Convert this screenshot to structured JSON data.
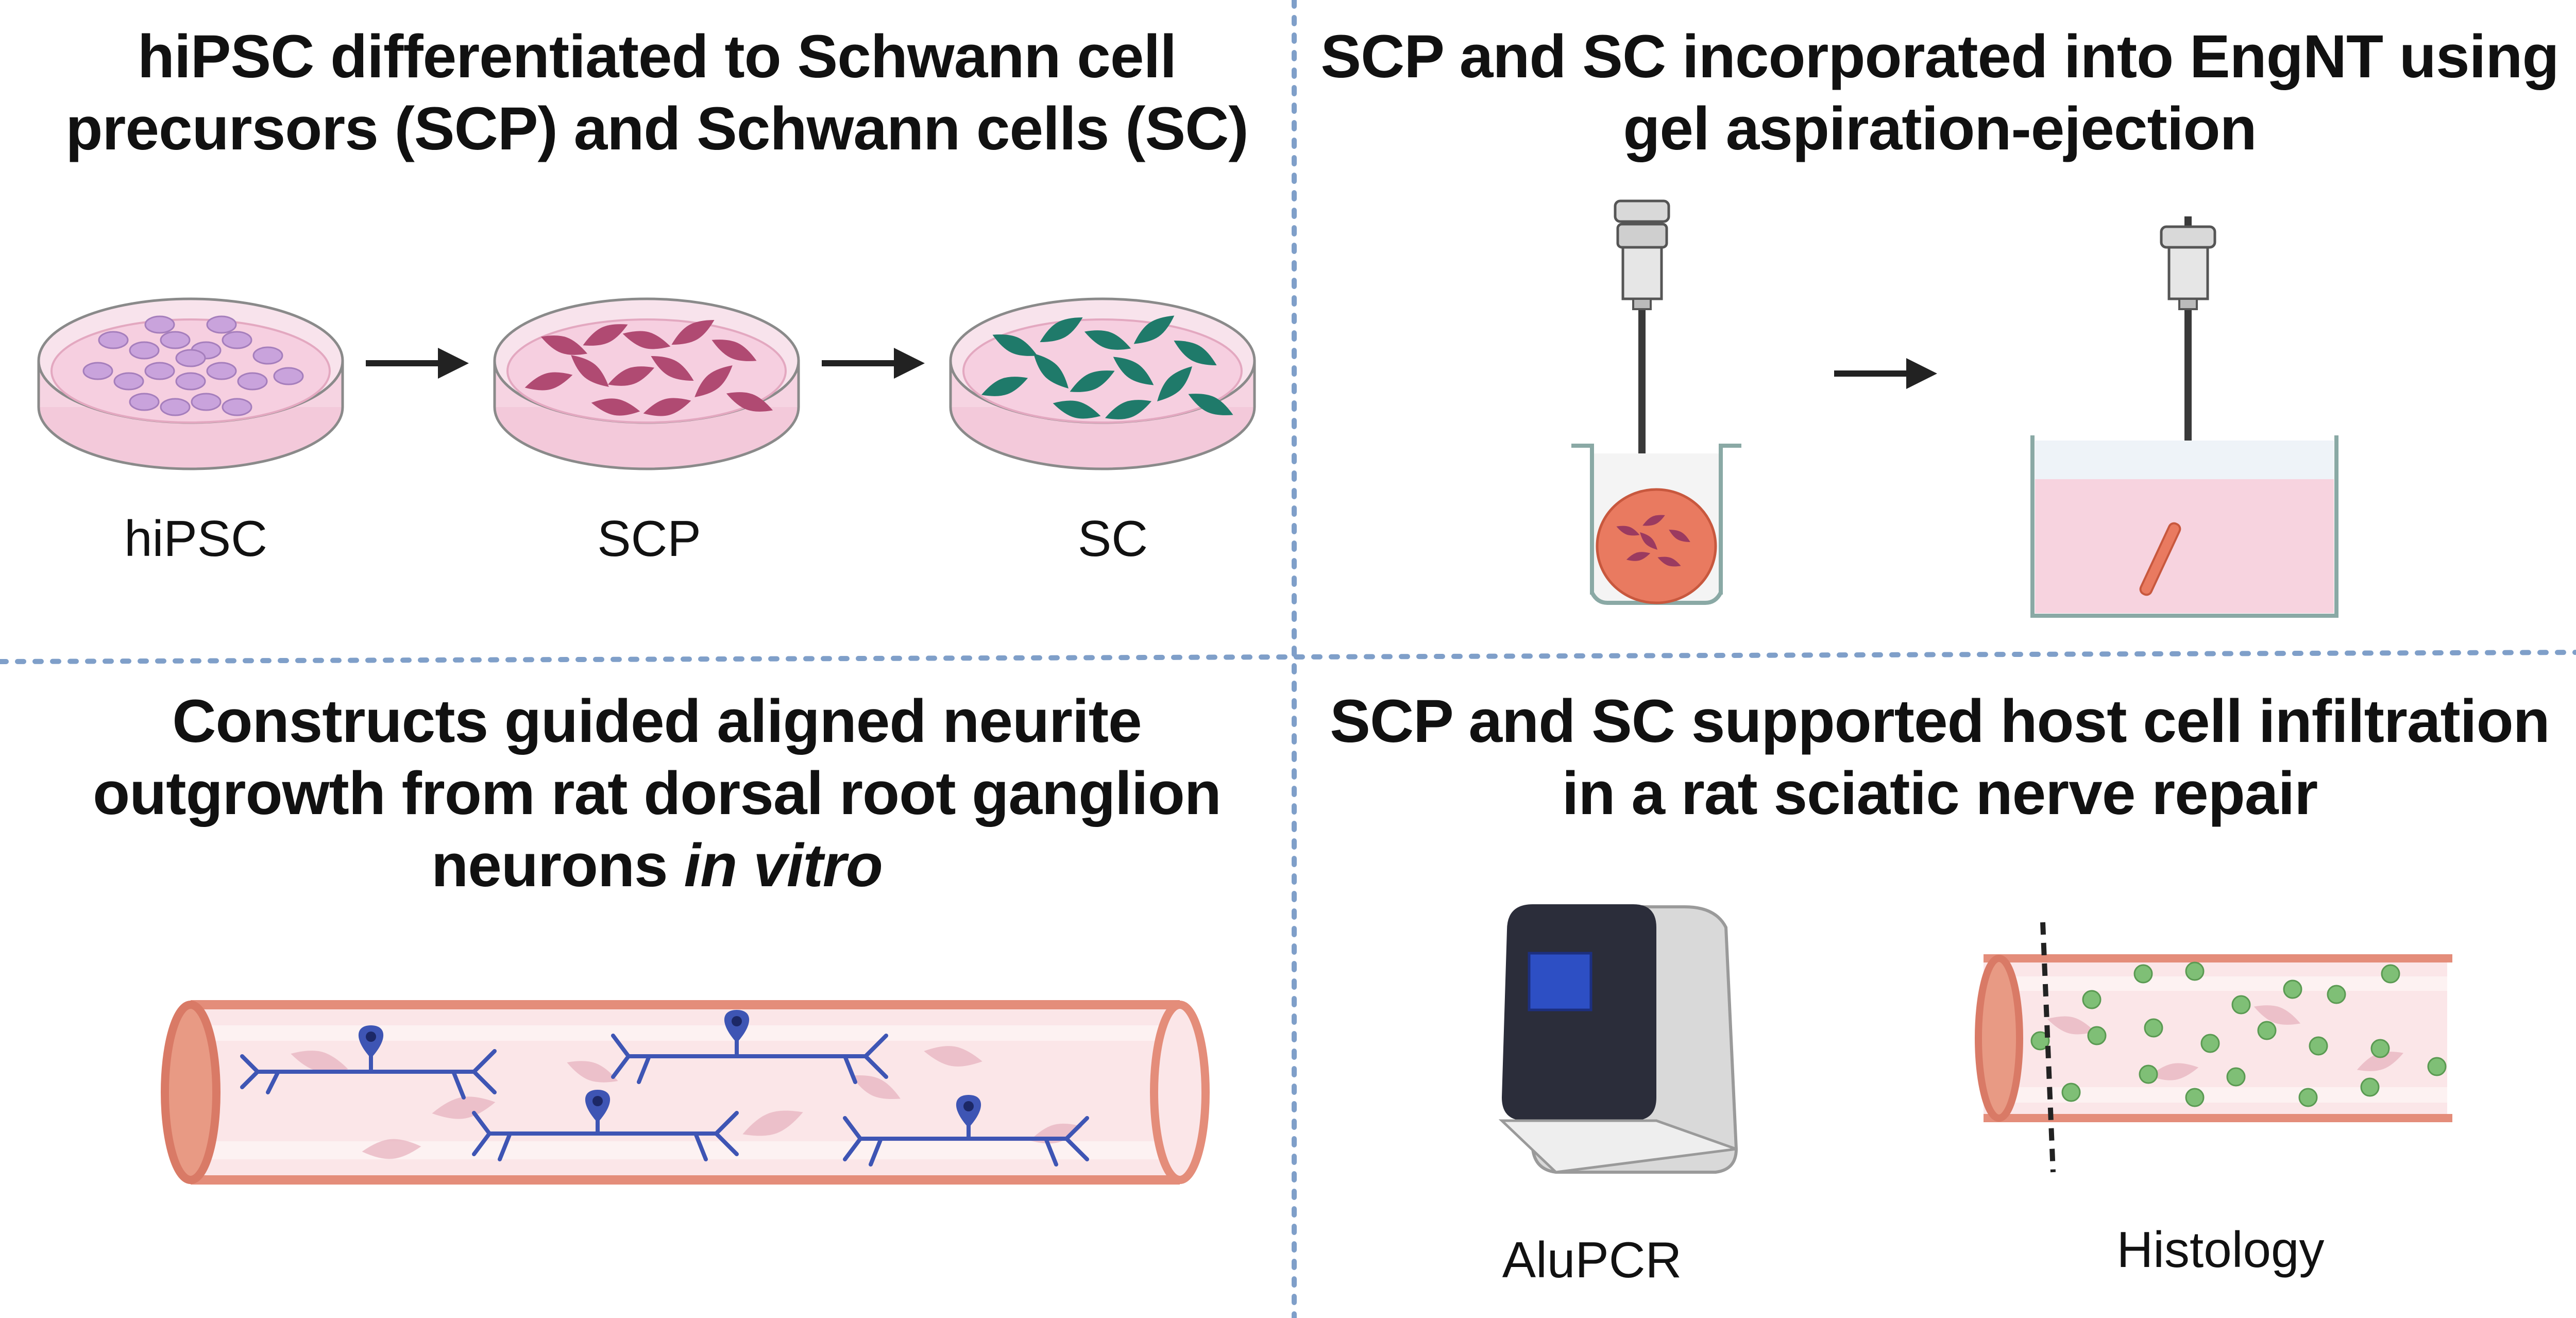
{
  "panels": {
    "top_left": {
      "title_lines": [
        "hiPSC differentiated to Schwann cell",
        "precursors (SCP) and Schwann cells (SC)"
      ],
      "labels": [
        "hiPSC",
        "SCP",
        "SC"
      ]
    },
    "top_right": {
      "title_lines": [
        "SCP and SC incorporated into EngNT using",
        "gel aspiration-ejection"
      ]
    },
    "bottom_left": {
      "title_lines": [
        "Constructs guided aligned neurite",
        "outgrowth from rat dorsal root ganglion"
      ],
      "title_line3_plain": "neurons ",
      "title_line3_italic": "in vitro"
    },
    "bottom_right": {
      "title_lines": [
        "SCP and SC supported host cell infiltration",
        "in a rat sciatic nerve repair"
      ],
      "labels": [
        "AluPCR",
        "Histology"
      ]
    }
  },
  "colors": {
    "divider": "#7f9fc9",
    "dish_media": "#f6cfe0",
    "hipsc_cell": "#c9a3dc",
    "scp_cell": "#b04a72",
    "sc_cell": "#1f7a6a",
    "gel": "#e97a60",
    "nerve_wall": "#e48d7a",
    "neuron": "#3e55b4",
    "infiltrating_cell": "#7fbf76",
    "machine_body": "#2b2d3a",
    "machine_screen": "#2d4fc4"
  },
  "icons": [
    "petri-dish",
    "arrow-right",
    "syringe",
    "beaker",
    "nerve-conduit",
    "neuron",
    "pcr-machine",
    "cut-line"
  ]
}
